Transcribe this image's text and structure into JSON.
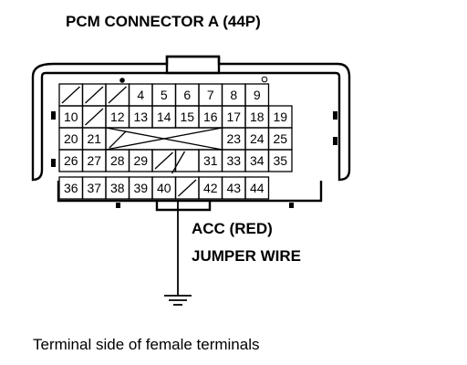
{
  "title": "PCM CONNECTOR A (44P)",
  "row1": [
    "4",
    "5",
    "6",
    "7",
    "8",
    "9"
  ],
  "row2": [
    "10",
    "12",
    "13",
    "14",
    "15",
    "16",
    "17",
    "18",
    "19"
  ],
  "row3": [
    "20",
    "21",
    "23",
    "24",
    "25"
  ],
  "row4": [
    "26",
    "27",
    "28",
    "29",
    "31",
    "33",
    "34",
    "35"
  ],
  "row5": [
    "36",
    "37",
    "38",
    "39",
    "40",
    "42",
    "43",
    "44"
  ],
  "note_line1": "ACC (RED)",
  "note_line2": "JUMPER WIRE",
  "caption": "Terminal side of female terminals"
}
